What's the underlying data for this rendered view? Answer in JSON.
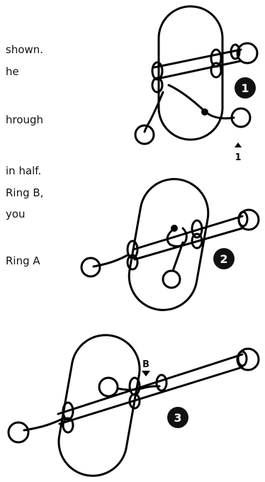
{
  "text_lines": [
    "shown.",
    "he",
    "hrough",
    "in half.",
    "Ring B,",
    "you",
    "Ring A"
  ],
  "labels": {
    "ring_b": "B",
    "pointer_1": "1"
  },
  "steps": [
    "1",
    "2",
    "3"
  ]
}
